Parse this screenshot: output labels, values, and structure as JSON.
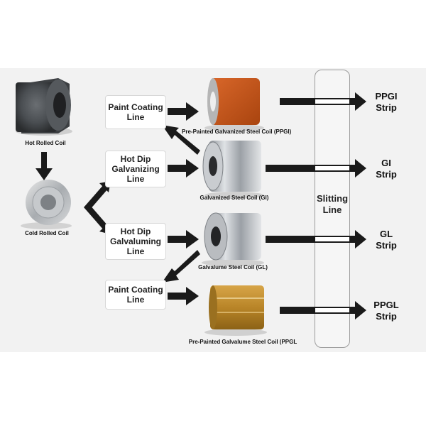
{
  "process_boxes": {
    "paint_coating_1": "Paint Coating\nLine",
    "hot_dip_galvanizing": "Hot Dip\nGalvanizing\nLine",
    "hot_dip_galvaluming": "Hot Dip\nGalvaluming\nLine",
    "paint_coating_2": "Paint Coating\nLine"
  },
  "coil_captions": {
    "hot_rolled": "Hot Rolled Coil",
    "cold_rolled": "Cold Rolled Coil",
    "ppgi": "Pre-Painted Galvanized Steel Coil (PPGI)",
    "gi": "Galvanized Steel Coil (GI)",
    "gl": "Galvalume Steel Coil (GL)",
    "ppgl": "Pre-Painted Galvalume Steel Coil (PPGL"
  },
  "slitting_line": "Slitting\nLine",
  "outputs": {
    "ppgi": "PPGI\nStrip",
    "gi": "GI\nStrip",
    "gl": "GL\nStrip",
    "ppgl": "PPGL\nStrip"
  },
  "colors": {
    "arrow": "#1a1a1a",
    "ppgi_coil": "#c8571b",
    "ppgl_coil": "#b8862c",
    "background_panel": "#f2f2f2"
  }
}
